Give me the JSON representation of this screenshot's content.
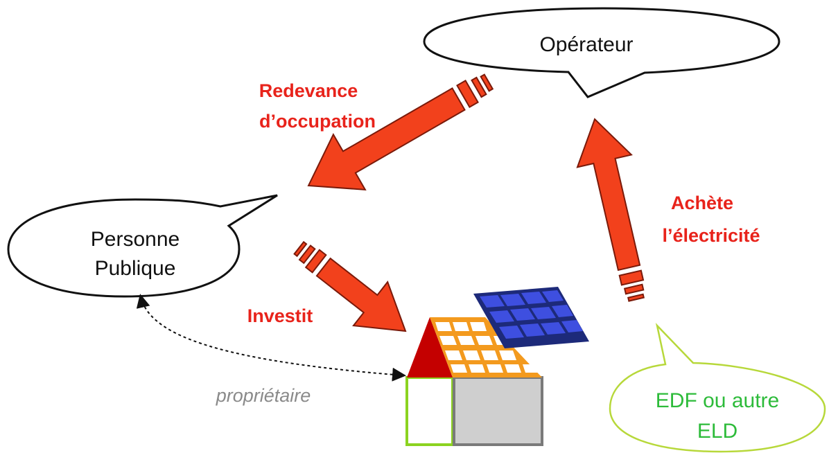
{
  "nodes": {
    "operateur": {
      "label": "Opérateur"
    },
    "personne_publique": {
      "line1": "Personne",
      "line2": "Publique"
    },
    "edf": {
      "line1": "EDF ou autre",
      "line2": "ELD"
    }
  },
  "flows": {
    "redevance": {
      "line1": "Redevance",
      "line2": "d’occupation"
    },
    "achete": {
      "line1": "Achète",
      "line2": "l’électricité"
    },
    "investit": {
      "label": "Investit"
    },
    "proprietaire": {
      "label": "propriétaire"
    }
  },
  "colors": {
    "arrow_fill": "#f2411c",
    "arrow_outline": "#7a1a0a",
    "label_red": "#e8231b",
    "bubble_green": "#b7d83a",
    "text_green": "#2dbb3a",
    "roof_orange": "#f39a1e",
    "roof_red": "#c40000",
    "panel_blue": "#3e4fe0",
    "panel_navy": "#1d2a7a",
    "wall_green": "#8cd320",
    "wall_grey": "#cfcfcf"
  }
}
